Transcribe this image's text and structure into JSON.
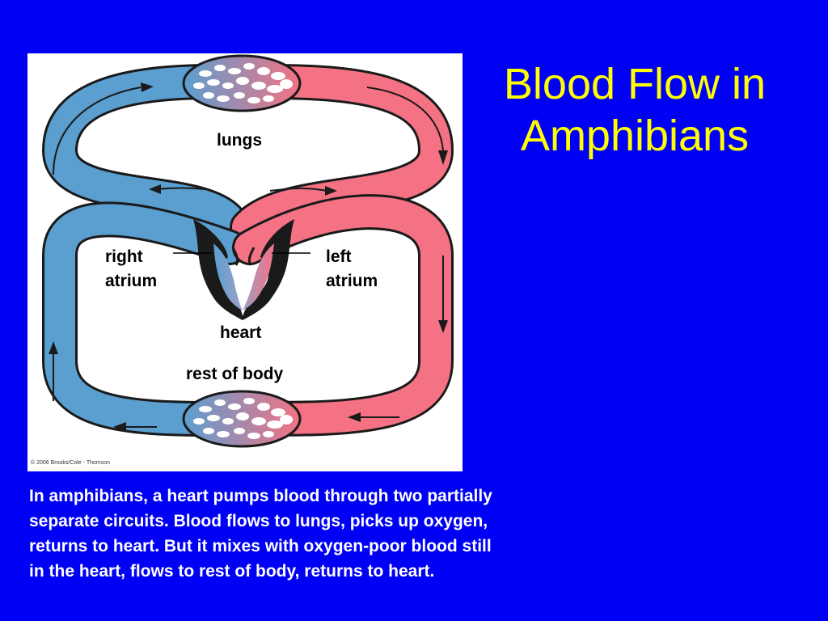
{
  "slide": {
    "title": "Blood Flow in\nAmphibians",
    "caption": "In amphibians, a heart pumps blood through two partially separate circuits. Blood flows to lungs, picks up oxygen, returns to heart. But it mixes with oxygen-poor blood still in the heart, flows to rest of body, returns to heart."
  },
  "diagram": {
    "labels": {
      "lungs": "lungs",
      "right_atrium": "right\natrium",
      "left_atrium": "left\natrium",
      "heart": "heart",
      "rest_of_body": "rest of body"
    },
    "credit": "© 2006 Brooks/Cole - Thomson",
    "colors": {
      "oxygen_poor": "#5a9fd0",
      "oxygen_rich": "#f47283",
      "outline": "#1a1a1a"
    }
  },
  "colors": {
    "background": "#0000f5",
    "title": "#ffff00",
    "caption": "#ffffff"
  }
}
